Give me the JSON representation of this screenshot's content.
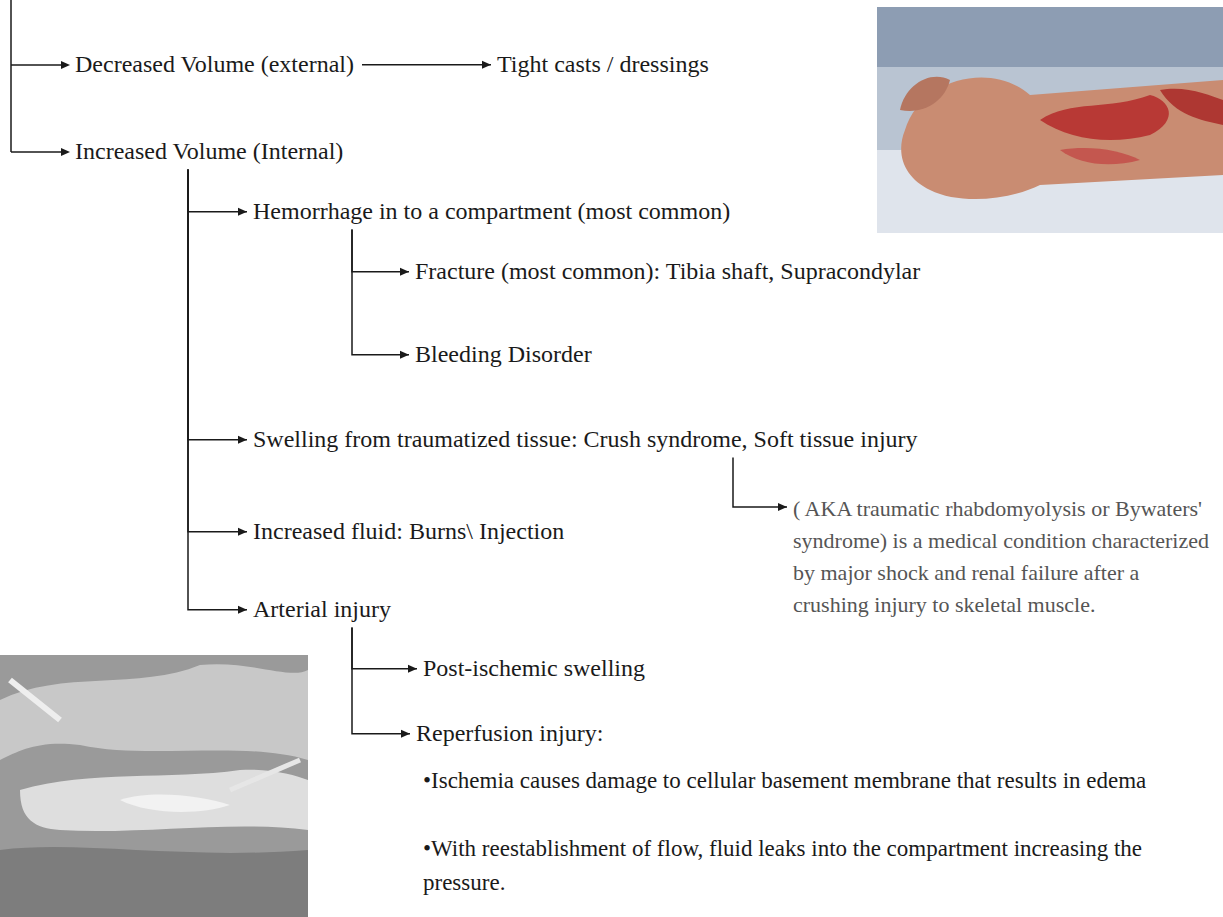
{
  "diagram": {
    "nodes": [
      {
        "text": [
          "Decreased Volume (external)"
        ]
      },
      {
        "text": [
          "Tight casts / dressings"
        ]
      },
      {
        "text": [
          "Increased Volume (Internal)"
        ]
      },
      {
        "text": [
          "Hemorrhage in to a compartment (most common)"
        ]
      },
      {
        "text": [
          "Fracture (most common): Tibia shaft, Supracondylar"
        ]
      },
      {
        "text": [
          "Bleeding Disorder"
        ]
      },
      {
        "text": [
          "Swelling from traumatized tissue: Crush syndrome, Soft tissue injury"
        ]
      },
      {
        "text": [
          "( AKA traumatic rhabdomyolysis or Bywaters' syndrome) is a medical condition characterized by major shock and renal failure after a crushing injury to skeletal muscle."
        ]
      },
      {
        "text": [
          "Increased fluid: Burns\\ Injection"
        ]
      },
      {
        "text": [
          "Arterial injury"
        ]
      },
      {
        "text": [
          "Post-ischemic swelling"
        ]
      },
      {
        "text": [
          "Reperfusion injury:"
        ]
      }
    ],
    "edges": [
      {
        "from": 0,
        "to": 1,
        "arrow": "to"
      },
      {
        "from": 2,
        "to": 3,
        "arrow": "to"
      },
      {
        "from": 2,
        "to": 6,
        "arrow": "to"
      },
      {
        "from": 2,
        "to": 8,
        "arrow": "to"
      },
      {
        "from": 2,
        "to": 9,
        "arrow": "to"
      },
      {
        "from": 3,
        "to": 4,
        "arrow": "to"
      },
      {
        "from": 3,
        "to": 5,
        "arrow": "to"
      },
      {
        "from": 6,
        "to": 7,
        "arrow": "to"
      },
      {
        "from": 9,
        "to": 10,
        "arrow": "to"
      },
      {
        "from": 9,
        "to": 11,
        "arrow": "to"
      }
    ],
    "labels": [
      "•Ischemia causes damage to cellular basement membrane that results in edema",
      "•With reestablishment of flow, fluid leaks into the compartment increasing the pressure."
    ]
  }
}
